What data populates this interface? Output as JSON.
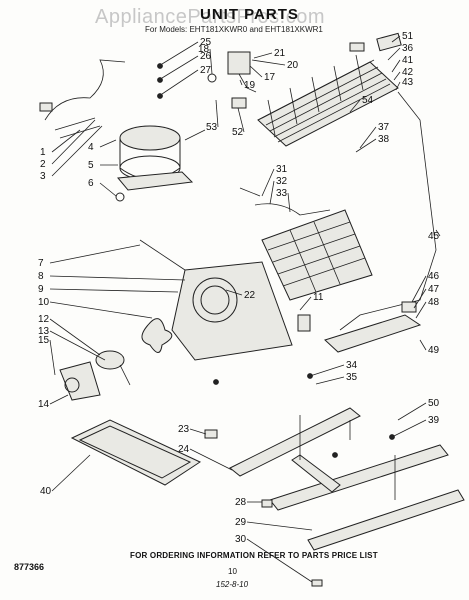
{
  "header": {
    "watermark": "AppliancePartsPros.com",
    "title": "UNIT PARTS",
    "subtitle": "For Models: EHT181XKWR0 and EHT181XKWR1"
  },
  "footer": {
    "order_info": "FOR ORDERING INFORMATION REFER TO PARTS PRICE LIST",
    "doc_code": "877366",
    "page_number": "10",
    "hand_code": "152-8-10"
  },
  "callouts": [
    "1",
    "2",
    "3",
    "4",
    "5",
    "6",
    "7",
    "8",
    "9",
    "10",
    "11",
    "12",
    "13",
    "14",
    "15",
    "17",
    "18",
    "19",
    "20",
    "21",
    "22",
    "23",
    "24",
    "25",
    "26",
    "27",
    "28",
    "29",
    "30",
    "31",
    "32",
    "33",
    "34",
    "35",
    "36",
    "37",
    "38",
    "39",
    "40",
    "41",
    "42",
    "43",
    "45",
    "46",
    "47",
    "48",
    "49",
    "50",
    "51",
    "52",
    "53",
    "54"
  ]
}
